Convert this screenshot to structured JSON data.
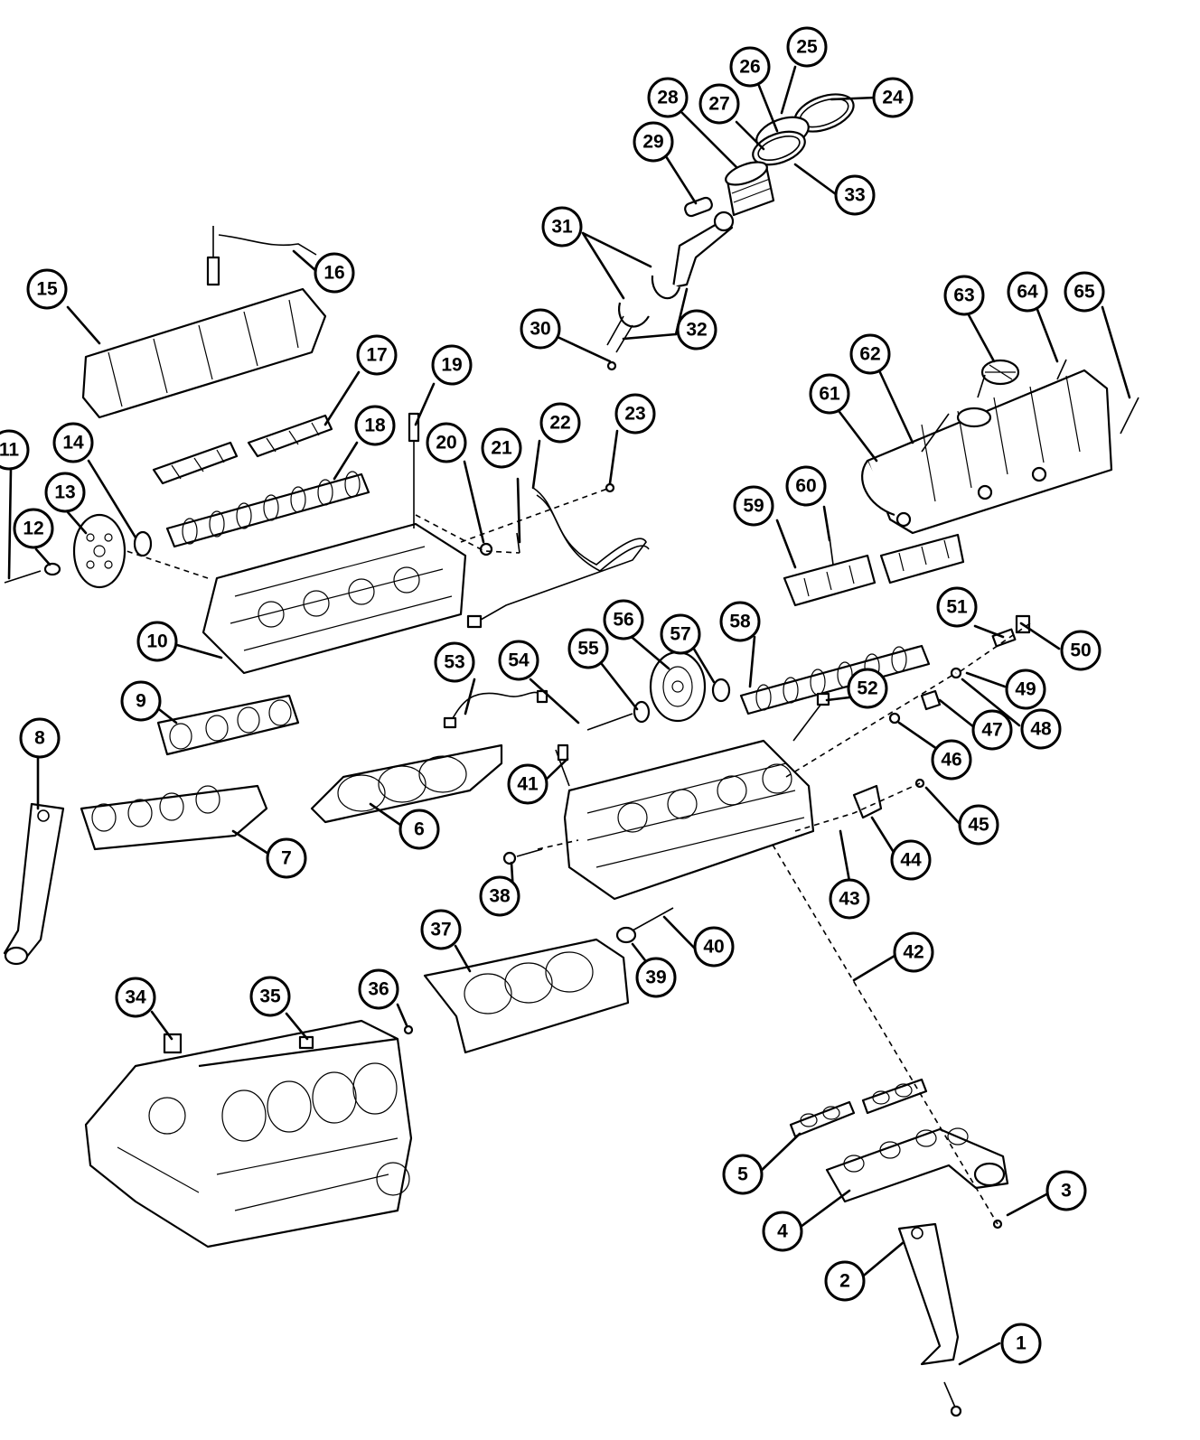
{
  "callouts": [
    {
      "label": "1"
    },
    {
      "label": "2"
    },
    {
      "label": "3"
    },
    {
      "label": "4"
    },
    {
      "label": "5"
    },
    {
      "label": "6"
    },
    {
      "label": "7"
    },
    {
      "label": "8"
    },
    {
      "label": "9"
    },
    {
      "label": "10"
    },
    {
      "label": "11"
    },
    {
      "label": "12"
    },
    {
      "label": "13"
    },
    {
      "label": "14"
    },
    {
      "label": "15"
    },
    {
      "label": "16"
    },
    {
      "label": "17"
    },
    {
      "label": "18"
    },
    {
      "label": "19"
    },
    {
      "label": "20"
    },
    {
      "label": "21"
    },
    {
      "label": "22"
    },
    {
      "label": "23"
    },
    {
      "label": "24"
    },
    {
      "label": "25"
    },
    {
      "label": "26"
    },
    {
      "label": "27"
    },
    {
      "label": "28"
    },
    {
      "label": "29"
    },
    {
      "label": "30"
    },
    {
      "label": "31"
    },
    {
      "label": "32"
    },
    {
      "label": "33"
    },
    {
      "label": "34"
    },
    {
      "label": "35"
    },
    {
      "label": "36"
    },
    {
      "label": "37"
    },
    {
      "label": "38"
    },
    {
      "label": "39"
    },
    {
      "label": "40"
    },
    {
      "label": "41"
    },
    {
      "label": "42"
    },
    {
      "label": "43"
    },
    {
      "label": "44"
    },
    {
      "label": "45"
    },
    {
      "label": "46"
    },
    {
      "label": "47"
    },
    {
      "label": "48"
    },
    {
      "label": "49"
    },
    {
      "label": "50"
    },
    {
      "label": "51"
    },
    {
      "label": "52"
    },
    {
      "label": "53"
    },
    {
      "label": "54"
    },
    {
      "label": "55"
    },
    {
      "label": "56"
    },
    {
      "label": "57"
    },
    {
      "label": "58"
    },
    {
      "label": "59"
    },
    {
      "label": "60"
    },
    {
      "label": "61"
    },
    {
      "label": "62"
    },
    {
      "label": "63"
    },
    {
      "label": "64"
    },
    {
      "label": "65"
    }
  ]
}
